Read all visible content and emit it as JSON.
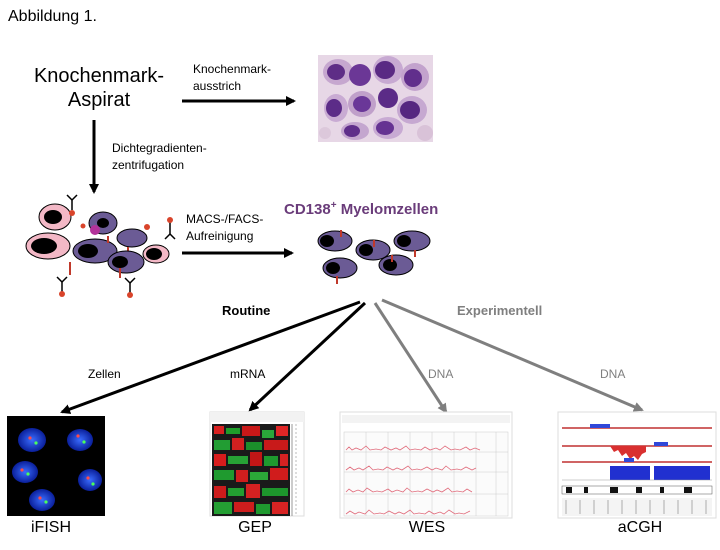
{
  "figure_label": "Abbildung 1.",
  "source": {
    "line1": "Knochenmark-",
    "line2": "Aspirat"
  },
  "steps": {
    "smear": {
      "line1": "Knochenmark-",
      "line2": "ausstrich"
    },
    "centrifugation": {
      "line1": "Dichtegradienten-",
      "line2": "zentrifugation"
    },
    "purification": {
      "line1": "MACS-/FACS-",
      "line2": "Aufreinigung"
    }
  },
  "target": {
    "prefix": "CD138",
    "superscript": "+",
    "suffix": " Myelomzellen",
    "color": "#6a3c7a"
  },
  "branches": {
    "routine": {
      "label": "Routine",
      "color": "#000000"
    },
    "experimental": {
      "label": "Experimentell",
      "color": "#7f7f7f"
    }
  },
  "inputs": {
    "cells": "Zellen",
    "mrna": "mRNA",
    "dna_wes": "DNA",
    "dna_acgh": "DNA"
  },
  "methods": {
    "ifish": "iFISH",
    "gep": "GEP",
    "wes": "WES",
    "acgh": "aCGH"
  }
}
